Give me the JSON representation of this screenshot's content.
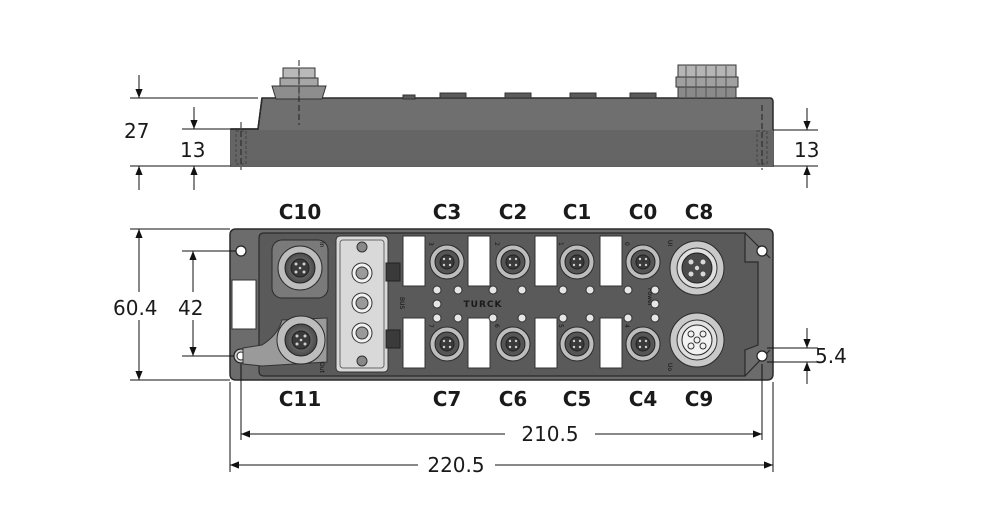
{
  "dimensions": {
    "side_height_total": "27",
    "side_left_step": "13",
    "side_right_step": "13",
    "front_height_total": "60.4",
    "front_hole_spacing": "42",
    "front_hole_offset": "5.4",
    "front_hole_distance": "210.5",
    "front_total_length": "220.5"
  },
  "connectors": {
    "top": [
      "C10",
      "C3",
      "C2",
      "C1",
      "C0",
      "C8"
    ],
    "bottom": [
      "C11",
      "C7",
      "C6",
      "C5",
      "C4",
      "C9"
    ]
  },
  "device": {
    "brand": "TURCK",
    "bus_label": "BUS",
    "power_label": "Power",
    "in_label": "In",
    "out_label": "Out",
    "ui_label": "UI",
    "uo_label": "Uo",
    "port_numbers_top": [
      "3",
      "2",
      "1",
      "0"
    ],
    "port_numbers_bottom": [
      "7",
      "6",
      "5",
      "4"
    ]
  },
  "colors": {
    "housing": "#6e6e6e",
    "housing_dark": "#3c3c3c",
    "connector": "#9a9a9a",
    "label_window": "#ffffff"
  }
}
